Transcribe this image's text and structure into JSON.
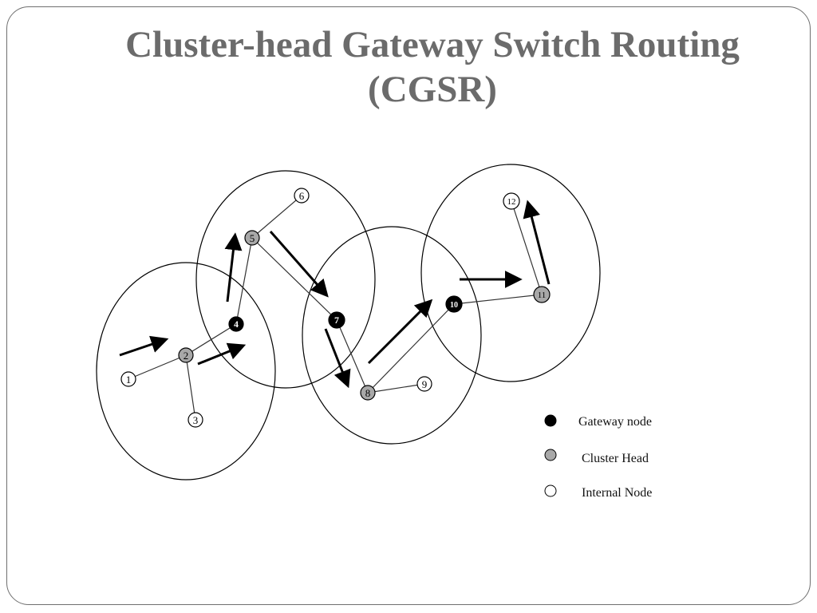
{
  "slide": {
    "title_line1": "Cluster-head Gateway Switch Routing",
    "title_line2": "(CGSR)"
  },
  "diagram": {
    "nodes": [
      {
        "id": "1",
        "label": "1",
        "type": "internal"
      },
      {
        "id": "2",
        "label": "2",
        "type": "cluster-head"
      },
      {
        "id": "3",
        "label": "3",
        "type": "internal"
      },
      {
        "id": "4",
        "label": "4",
        "type": "gateway"
      },
      {
        "id": "5",
        "label": "5",
        "type": "cluster-head"
      },
      {
        "id": "6",
        "label": "6",
        "type": "internal"
      },
      {
        "id": "7",
        "label": "7",
        "type": "gateway"
      },
      {
        "id": "8",
        "label": "8",
        "type": "cluster-head"
      },
      {
        "id": "9",
        "label": "9",
        "type": "internal"
      },
      {
        "id": "10",
        "label": "10",
        "type": "gateway"
      },
      {
        "id": "11",
        "label": "11",
        "type": "cluster-head"
      },
      {
        "id": "12",
        "label": "12",
        "type": "internal"
      }
    ],
    "colors": {
      "gateway": "#000000",
      "cluster_head": "#a8a8a8",
      "internal": "#ffffff",
      "title": "#6b6b6b"
    }
  },
  "legend": {
    "gateway": "Gateway node",
    "cluster_head": "Cluster Head",
    "internal": "Internal Node"
  }
}
